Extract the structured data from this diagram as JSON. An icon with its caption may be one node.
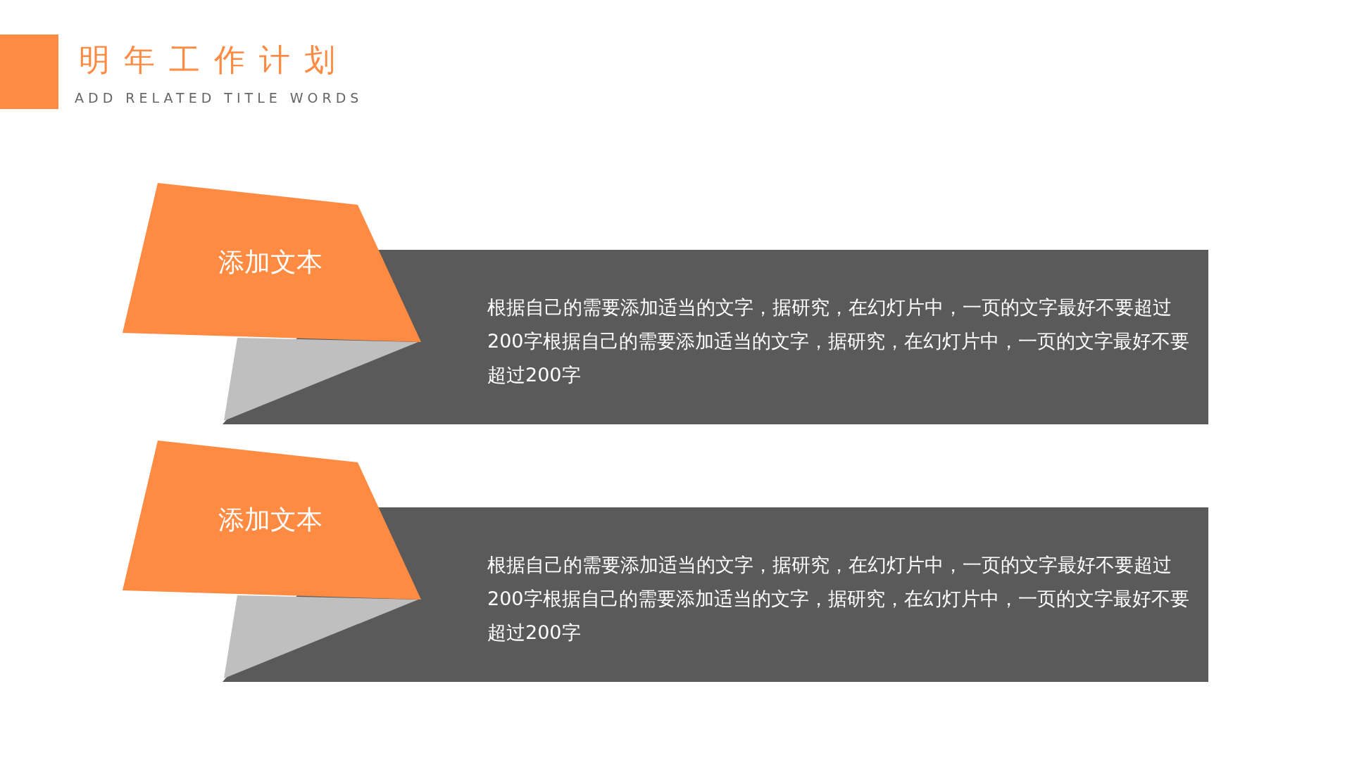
{
  "diagram": {
    "title": "明年工作计划",
    "nodes": [
      {
        "text": [
          "添加文本"
        ]
      },
      {
        "text": [
          "根据自己的需要添加适当的文字，据研究，在幻灯片中，一页的文字最好不要超过200字根据自己的需要添加适当的文字，据研究，在幻灯片中，一页的文字最好不要超过200字"
        ]
      },
      {
        "text": [
          "添加文本"
        ]
      },
      {
        "text": [
          "根据自己的需要添加适当的文字，据研究，在幻灯片中，一页的文字最好不要超过200字根据自己的需要添加适当的文字，据研究，在幻灯片中，一页的文字最好不要超过200字"
        ]
      }
    ],
    "labels": [
      "ADD RELATED TITLE WORDS"
    ]
  }
}
